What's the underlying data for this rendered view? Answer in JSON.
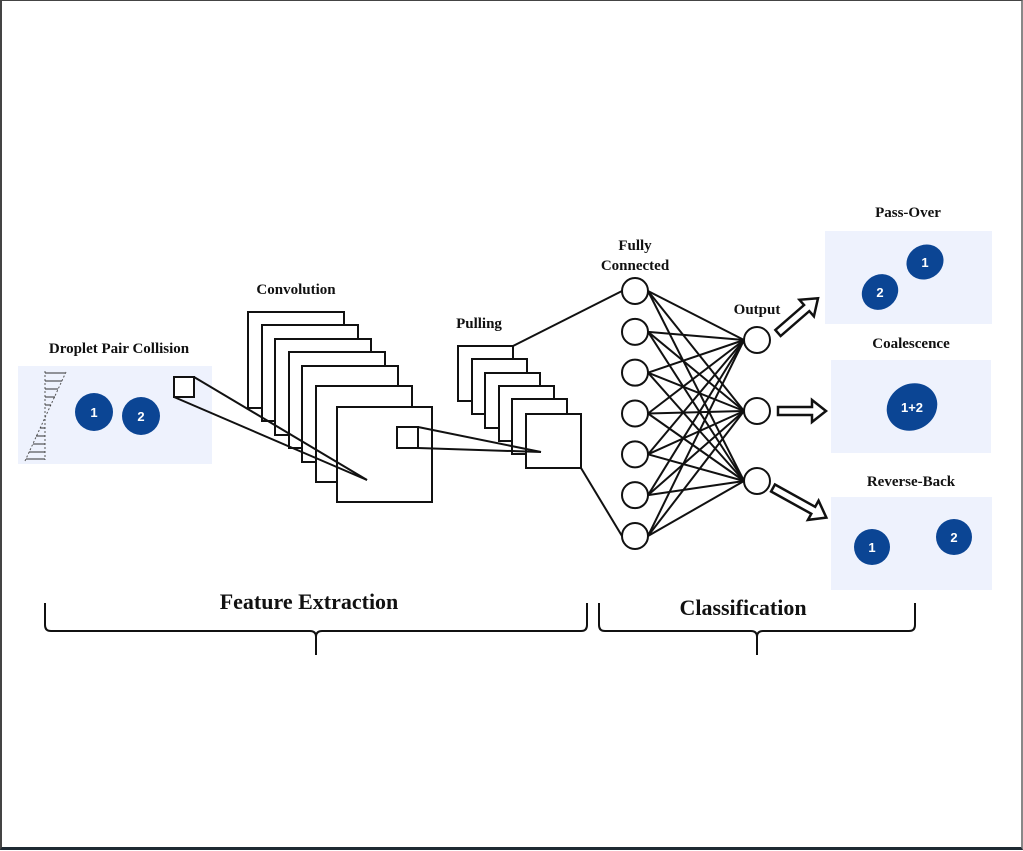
{
  "diagram": {
    "title": "CNN classification of droplet pair collision outcomes",
    "input": {
      "label": "Droplet Pair Collision",
      "droplets": [
        "1",
        "2"
      ],
      "panel_color": "#eef2fd",
      "droplet_color": "#0b4594"
    },
    "stages": {
      "convolution": {
        "label": "Convolution",
        "layer_count": 7
      },
      "pooling": {
        "label": "Pulling",
        "layer_count": 6
      },
      "fully_connected": {
        "label_line1": "Fully",
        "label_line2": "Connected",
        "node_count": 7
      },
      "output": {
        "label": "Output",
        "node_count": 3
      }
    },
    "outcomes": [
      {
        "label": "Pass-Over",
        "droplets": [
          "1",
          "2"
        ]
      },
      {
        "label": "Coalescence",
        "droplets": [
          "1+2"
        ]
      },
      {
        "label": "Reverse-Back",
        "droplets": [
          "1",
          "2"
        ]
      }
    ],
    "groups": {
      "feature_extraction": "Feature Extraction",
      "classification": "Classification"
    }
  }
}
